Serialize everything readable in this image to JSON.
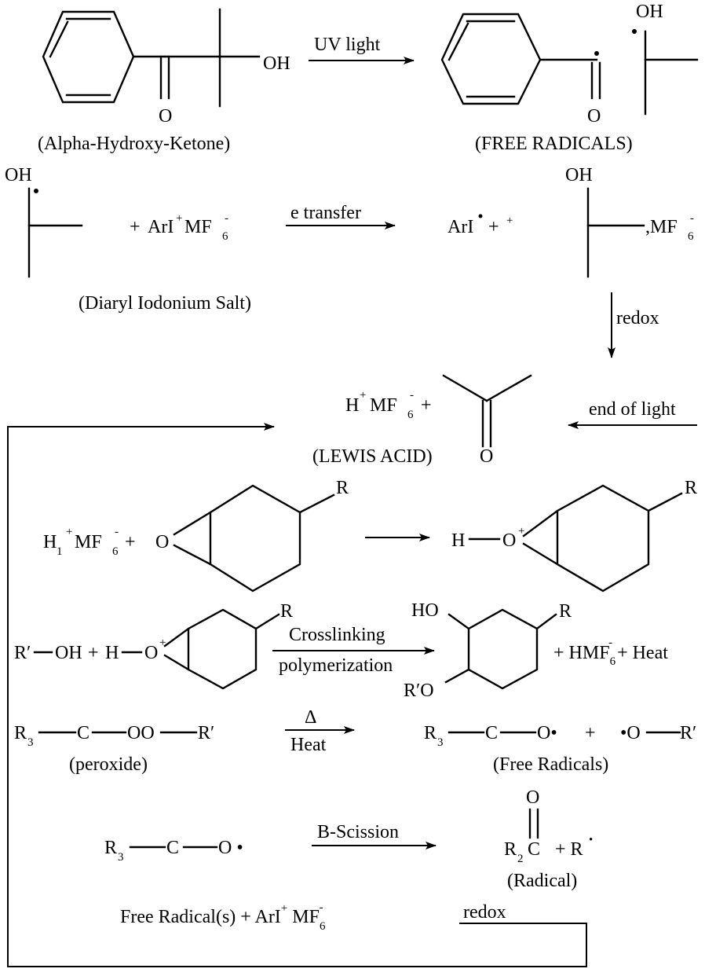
{
  "reaction1": {
    "reactant_OH": "OH",
    "reactant_O": "O",
    "reactant_name": "(Alpha-Hydroxy-Ketone)",
    "arrow_label": "UV light",
    "product_OH": "OH",
    "product_O": "O",
    "product_name": "(FREE RADICALS)"
  },
  "reaction2": {
    "radical_OH": "OH",
    "plus": "+",
    "salt_ArI": "ArI",
    "salt_plus_sup": "+",
    "salt_MF": "MF",
    "salt_sub": "6",
    "salt_minus_sup": "-",
    "salt_name": "(Diaryl Iodonium Salt)",
    "arrow_label": "e transfer",
    "product_ArI": "ArI",
    "product_plus": "+",
    "product_plus_sup": "+",
    "product_OH": "OH",
    "product_MF": ",MF",
    "product_MF_sub": "6",
    "product_MF_sup": "-",
    "redox_label": "redox"
  },
  "reaction3": {
    "H": "H",
    "H_sup": "+",
    "MF": "MF",
    "MF_sub": "6",
    "MF_sup": "-",
    "plus": "+",
    "ketone_O": "O",
    "name": "(LEWIS ACID)",
    "end_of_light": "end of light"
  },
  "reaction4": {
    "H": "H",
    "H_sub": "1",
    "H_sup": "+",
    "MF": "MF",
    "MF_sub": "6",
    "MF_sup": "-",
    "plus": "+",
    "epoxide_O": "O",
    "R": "R",
    "prod_H": "H",
    "prod_O": "O",
    "prod_O_sup": "+",
    "prod_R": "R"
  },
  "reaction5": {
    "R_prime": "R′",
    "OH": "OH",
    "plus": "+",
    "H": "H",
    "O": "O",
    "O_sup": "+",
    "R": "R",
    "arrow_label_top": "Crosslinking",
    "arrow_label_bottom": "polymerization",
    "HO": "HO",
    "RprimeO": "R′O",
    "prod_R": "R",
    "byproduct_a": "+ HMF",
    "byproduct_sub": "6",
    "byproduct_sup": "-",
    "byproduct_b": " + Heat"
  },
  "reaction6": {
    "R": "R",
    "R_sub": "3",
    "C": "C",
    "OO": "OO",
    "R_prime": "R′",
    "name": "(peroxide)",
    "delta": "Δ",
    "heat": "Heat",
    "prod_R": "R",
    "prod_R_sub": "3",
    "prod_C": "C",
    "prod_O": "O•",
    "plus": "+",
    "prod_O2": "•O",
    "prod_R_prime": "R′",
    "prod_name": "(Free Radicals)"
  },
  "reaction7": {
    "R": "R",
    "R_sub": "3",
    "C": "C",
    "O": "O •",
    "arrow_label": "B-Scission",
    "carbonyl_O": "O",
    "prod_R": "R",
    "prod_R_sub": "2",
    "prod_C": "C",
    "prod_plus": "+ R",
    "prod_dot": "•",
    "prod_name": "(Radical)"
  },
  "footer": {
    "text_a": "Free Radical(s) + ArI",
    "sup": "+",
    "text_b": " MF",
    "sub": "6",
    "sup2": "-",
    "redox_label": "redox"
  }
}
